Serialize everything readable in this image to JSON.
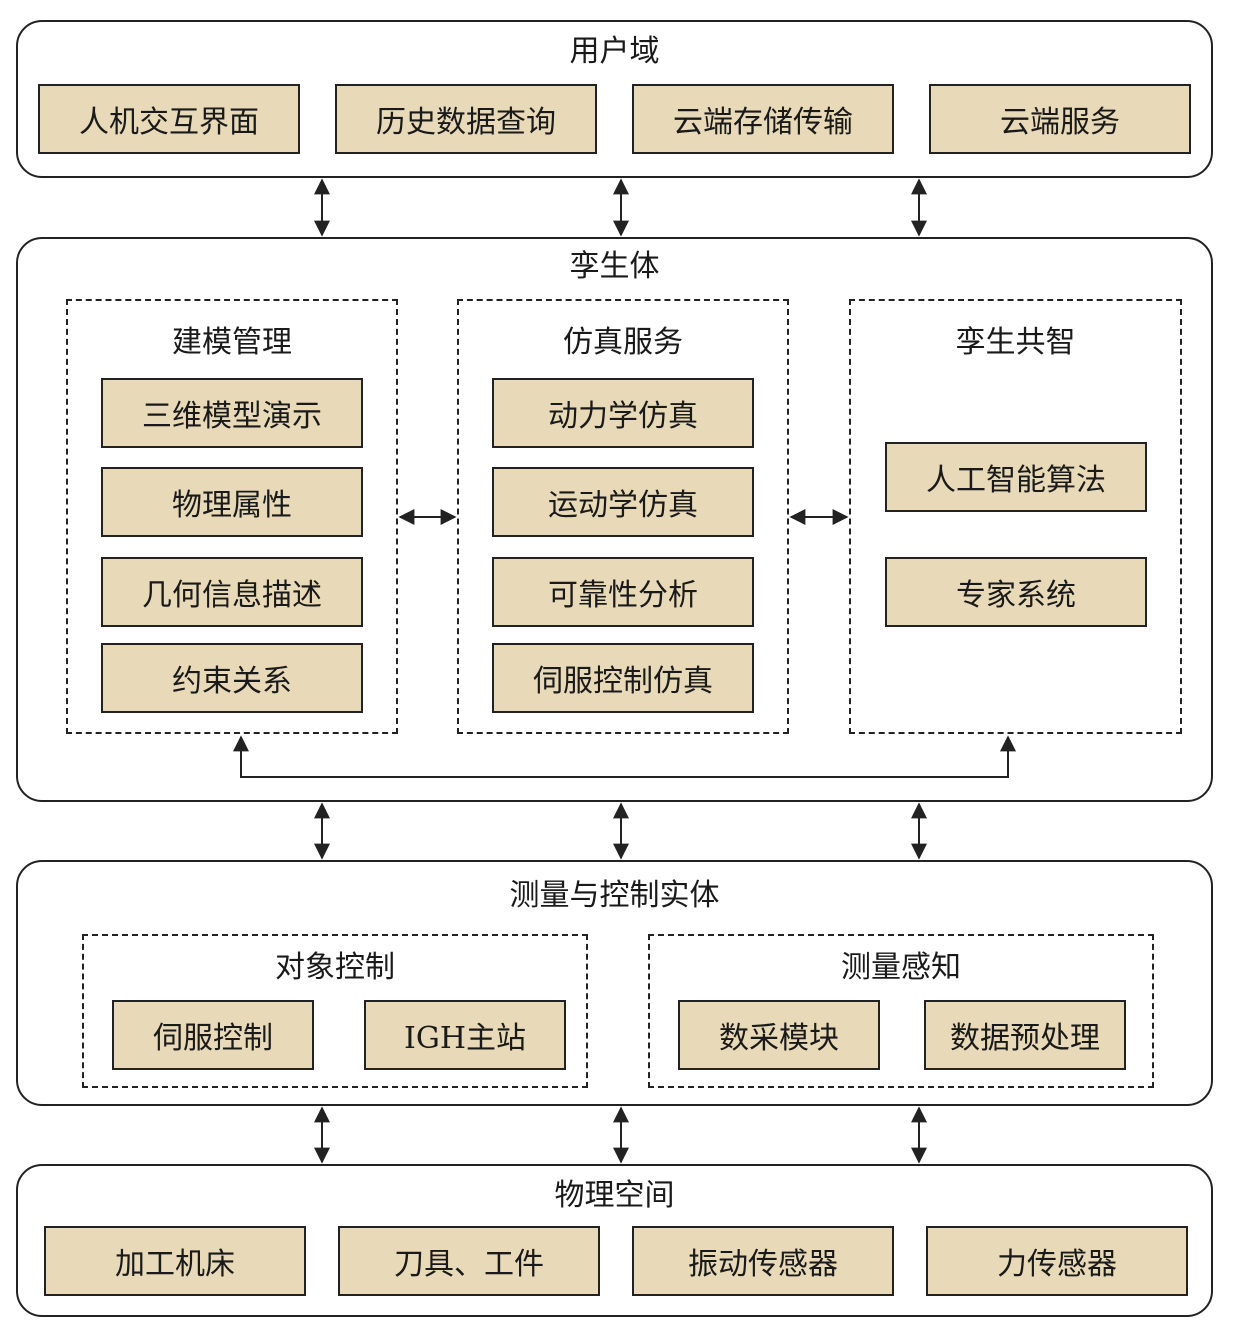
{
  "user_domain": {
    "title": "用户域",
    "items": [
      "人机交互界面",
      "历史数据查询",
      "云端存储传输",
      "云端服务"
    ]
  },
  "twin": {
    "title": "孪生体",
    "modeling": {
      "title": "建模管理",
      "items": [
        "三维模型演示",
        "物理属性",
        "几何信息描述",
        "约束关系"
      ]
    },
    "simulation": {
      "title": "仿真服务",
      "items": [
        "动力学仿真",
        "运动学仿真",
        "可靠性分析",
        "伺服控制仿真"
      ]
    },
    "intelligence": {
      "title": "孪生共智",
      "items": [
        "人工智能算法",
        "专家系统"
      ]
    }
  },
  "measure_control": {
    "title": "测量与控制实体",
    "object_control": {
      "title": "对象控制",
      "items": [
        "伺服控制",
        "IGH主站"
      ]
    },
    "sensing": {
      "title": "测量感知",
      "items": [
        "数采模块",
        "数据预处理"
      ]
    }
  },
  "physical": {
    "title": "物理空间",
    "items": [
      "加工机床",
      "刀具、工件",
      "振动传感器",
      "力传感器"
    ]
  }
}
